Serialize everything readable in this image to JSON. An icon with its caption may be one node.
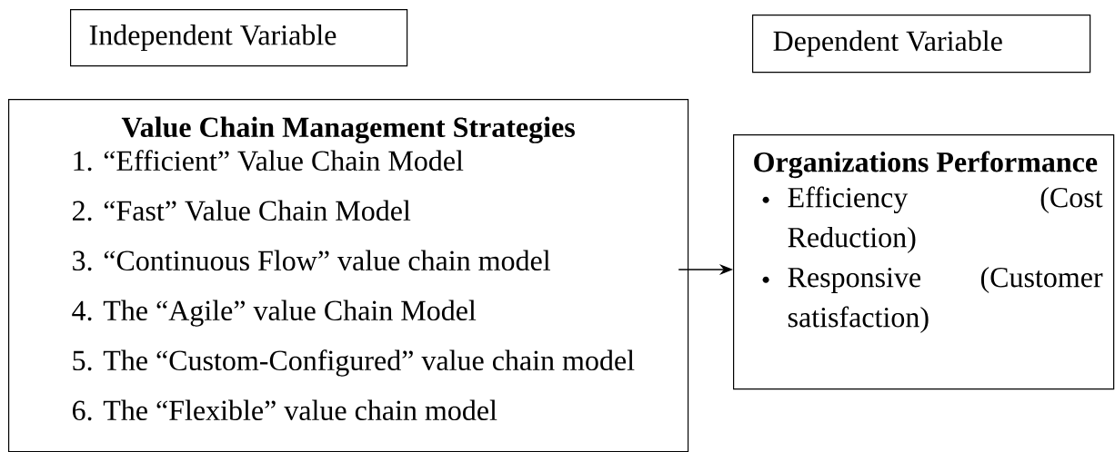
{
  "diagram": {
    "nodes": [
      {
        "text": [
          "Independent Variable"
        ]
      },
      {
        "text": [
          "Dependent Variable"
        ]
      },
      {
        "text": [
          "Value Chain Management Strategies",
          "1. “Efficient” Value Chain Model",
          "2. “Fast” Value Chain Model",
          "3. “Continuous Flow” value chain model",
          "4. The “Agile” value Chain Model",
          "5. The “Custom-Configured” value chain model",
          "6. The “Flexible” value chain model"
        ]
      },
      {
        "text": [
          "Organizations Performance",
          "Efficiency (Cost Reduction)",
          "Responsive (Customer satisfaction)"
        ]
      }
    ],
    "edges": [
      {
        "from": 2,
        "to": 3,
        "arrow": "to"
      }
    ]
  }
}
